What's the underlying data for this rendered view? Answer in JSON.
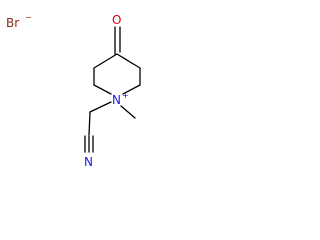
{
  "structure": {
    "counterion": {
      "symbol": "Br",
      "charge": "−",
      "color": "#8b2a1c"
    },
    "ring": {
      "oxygen": {
        "symbol": "O",
        "color": "#e00000"
      },
      "nitrogen": {
        "symbol": "N",
        "charge": "+",
        "color": "#1a1adc"
      }
    },
    "nitrile": {
      "nitrogen": {
        "symbol": "N",
        "color": "#1a1adc"
      }
    }
  }
}
